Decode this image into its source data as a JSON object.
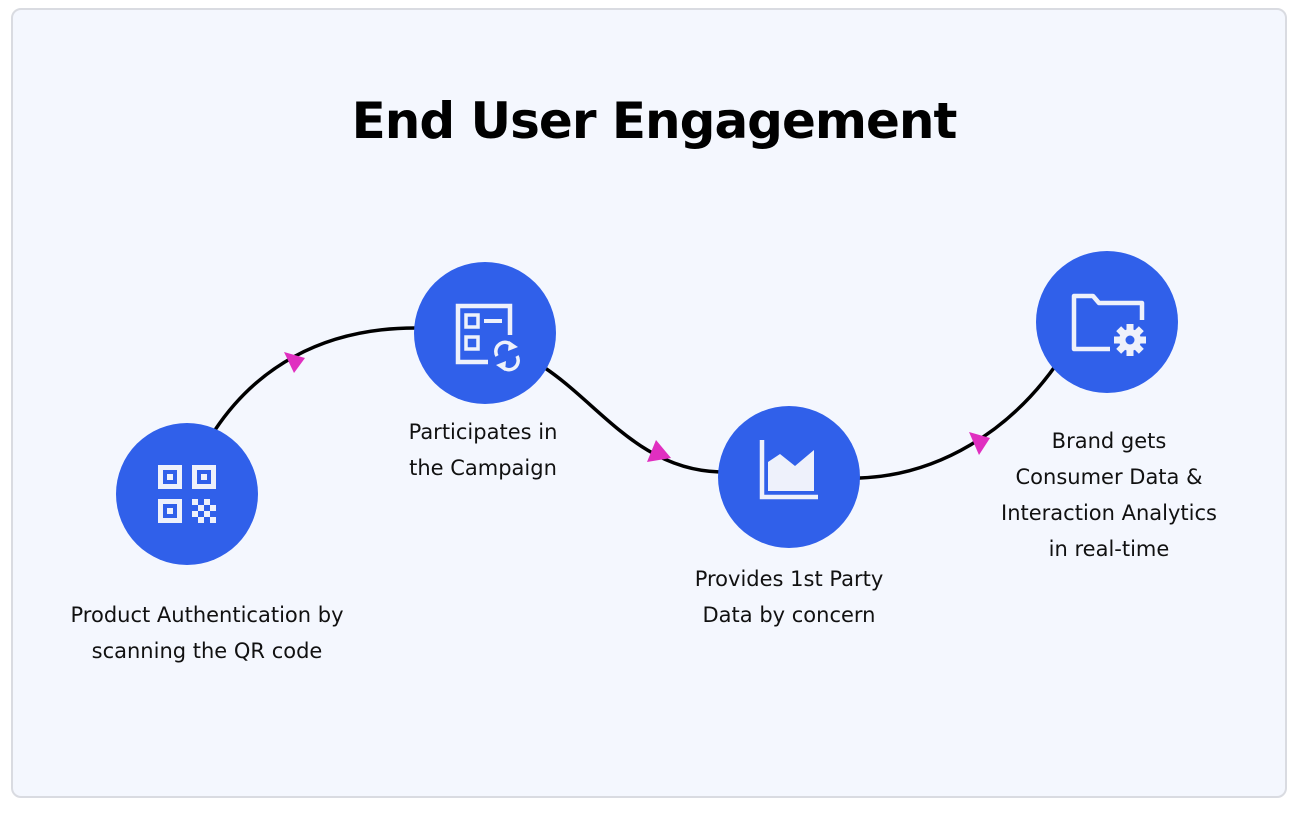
{
  "title": "End User Engagement",
  "colors": {
    "circle": "#3060ea",
    "arrow": "#e02fc0",
    "line": "#000000",
    "background": "#f4f7fe"
  },
  "steps": [
    {
      "icon": "qr-code-icon",
      "label": "Product Authentication by\nscanning the QR code"
    },
    {
      "icon": "form-refresh-icon",
      "label": "Participates in\nthe Campaign"
    },
    {
      "icon": "area-chart-icon",
      "label": "Provides 1st Party\nData by concern"
    },
    {
      "icon": "folder-settings-icon",
      "label": "Brand gets\nConsumer Data &\nInteraction Analytics\nin real-time"
    }
  ]
}
